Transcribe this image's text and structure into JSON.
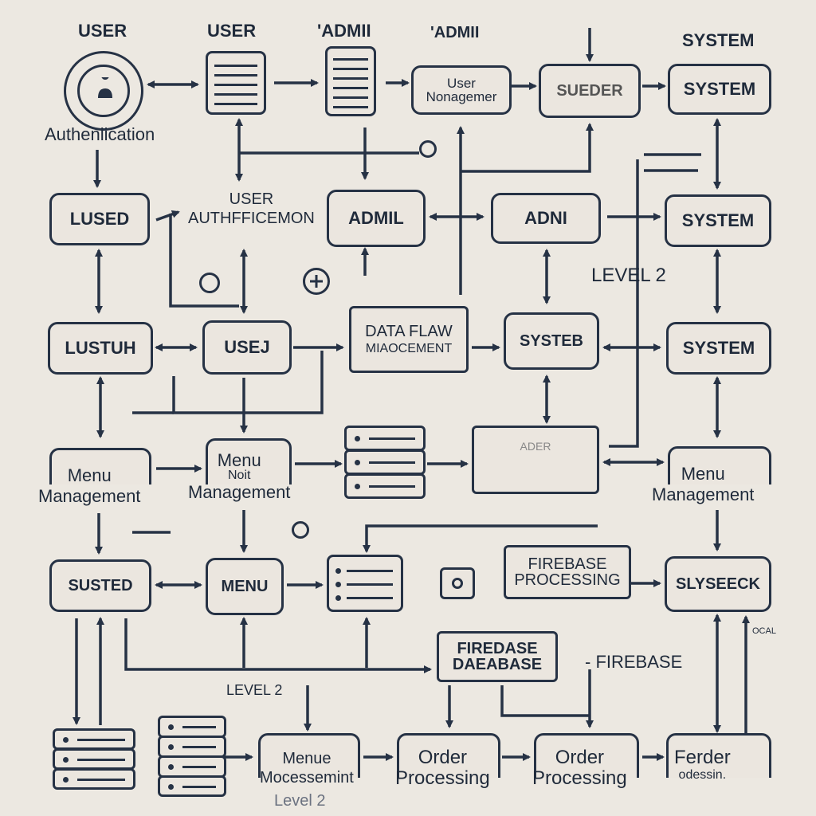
{
  "colors": {
    "background": "#ece8e1",
    "stroke": "#263245",
    "box_fill": "#ebe6df"
  },
  "top_labels": {
    "user_1": "USER",
    "user_2": "USER",
    "admin_1": "'ADMII",
    "admin_2": "'ADMII",
    "system": "SYSTEM",
    "authentication": "Authenlication"
  },
  "boxes": {
    "user_management": "User Nonagemer",
    "sueder": "SUEDER",
    "system_top": "SYSTEM",
    "used": "LUSED",
    "user_authentication": [
      "USER",
      "AUTHFFICEMON"
    ],
    "admin_row2": "ADMIL",
    "adni": "ADNI",
    "system_row2": "SYSTEM",
    "lustuh": "LUSTUH",
    "use_row3": "USEJ",
    "data_flow": [
      "DATA FLAW",
      "MIAOCEMENT"
    ],
    "syste_row3": "SYSTEB",
    "system_row3": "SYSTEM",
    "menu_mgmt_left": [
      "Menu",
      "Management"
    ],
    "menu_mgmt_mid": [
      "Menu",
      "Noit",
      "Management"
    ],
    "order_blurred": "ADER",
    "menu_mgmt_right": [
      "Menu",
      "Management"
    ],
    "susted": "SUSTED",
    "menu": "MENU",
    "firebase_processing": [
      "FIREBASE",
      "PROCESSING"
    ],
    "syseck": "SLYSEECK",
    "firedase_database": [
      "FIREDASE",
      "DAEABASE"
    ],
    "menue_mocessement": [
      "Menue",
      "Mocessemint"
    ],
    "order_processing_1": [
      "Order",
      "Processing"
    ],
    "order_processing_2": [
      "Order",
      "Processing"
    ],
    "ferder": [
      "Ferder",
      "odessin."
    ]
  },
  "side_labels": {
    "level_2_mid": "LEVEL 2",
    "level_2_low": "LEVEL 2",
    "level_2_bottom": "Level 2",
    "firebase": "- FIREBASE",
    "ocal": "OCAL"
  },
  "icons": {
    "user_icon": "user-circle-icon",
    "document_icon": "document-list-icon",
    "list_icon": "list-stack-icon",
    "database_icon": "database-stack-icon"
  }
}
